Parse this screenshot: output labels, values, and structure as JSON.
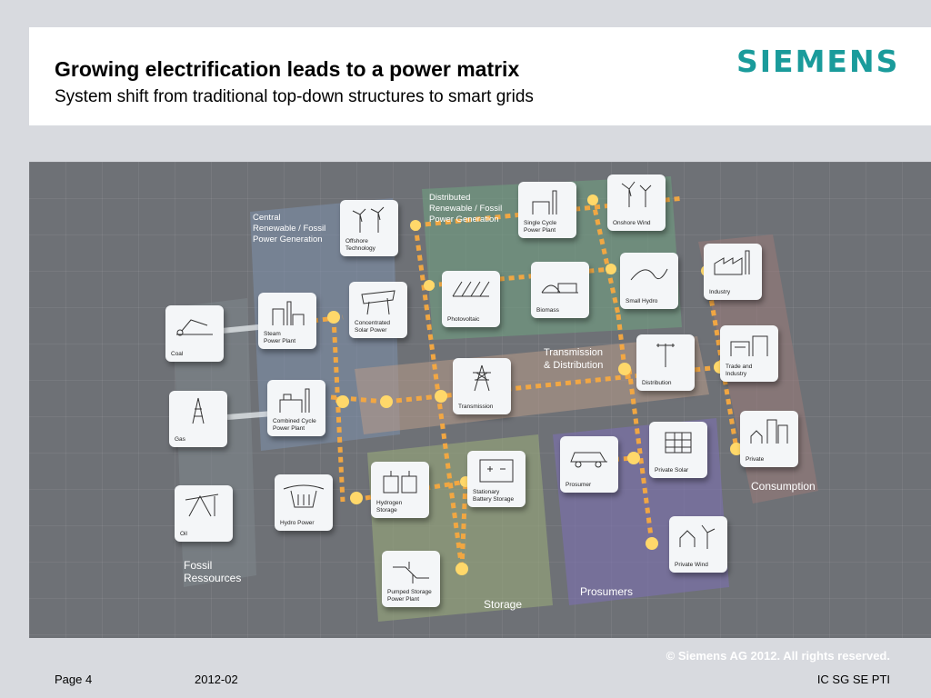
{
  "header": {
    "title": "Growing electrification leads to a power matrix",
    "subtitle": "System shift from traditional top-down structures to smart grids",
    "logo_text": "SIEMENS",
    "logo_color": "#1a9b9b"
  },
  "regions": {
    "central": "Central\nRenewable / Fossil\nPower Generation",
    "distributed": "Distributed\nRenewable / Fossil\nPower Generation",
    "transmission": "Transmission\n& Distribution",
    "fossil": "Fossil\nRessources",
    "storage": "Storage",
    "prosumers": "Prosumers",
    "consumption": "Consumption"
  },
  "tiles": {
    "coal": "Coal",
    "gas": "Gas",
    "oil": "Oil",
    "offshore": "Offshore\nTechnology",
    "steam": "Steam\nPower Plant",
    "csp": "Concentrated\nSolar Power",
    "ccpp": "Combined Cycle\nPower Plant",
    "hydro": "Hydro Power",
    "single_cycle": "Single Cycle\nPower Plant",
    "onshore": "Onshore Wind",
    "pv": "Photovoltaic",
    "biomass": "Biomass",
    "small_hydro": "Small Hydro",
    "transmission": "Transmission",
    "distribution": "Distribution",
    "hydrogen": "Hydrogen\nStorage",
    "battery": "Stationary\nBattery Storage",
    "pumped": "Pumped Storage\nPower Plant",
    "prosumer": "Prosumer",
    "private_solar": "Private Solar",
    "private_wind": "Private Wind",
    "industry": "Industry",
    "trade": "Trade and\nIndustry",
    "private": "Private"
  },
  "colors": {
    "central": "#7e90ac",
    "distributed": "#6f9f80",
    "storage": "#98a87a",
    "prosumers": "#7b6fb0",
    "consumption": "#9a7a78",
    "transmission": "#b89a88",
    "flow": "#f7a940"
  },
  "footer": {
    "copyright": "© Siemens AG 2012. All rights reserved.",
    "page": "Page 4",
    "date": "2012-02",
    "dept": "IC SG SE PTI"
  }
}
